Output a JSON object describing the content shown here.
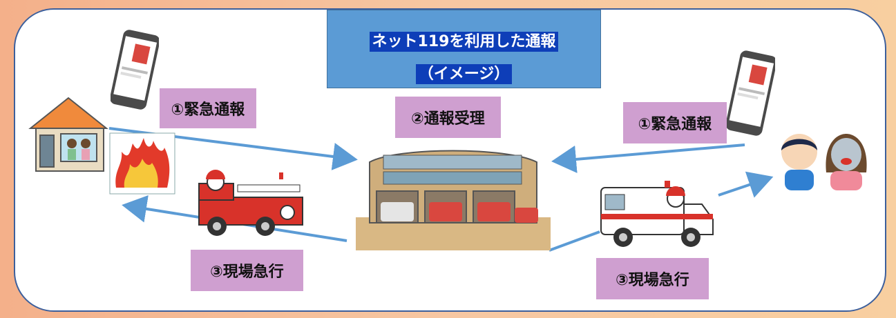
{
  "title": {
    "line1": "ネット119を利用した通報",
    "line2": "（イメージ）"
  },
  "labels": {
    "emergency_call_left": "①緊急通報",
    "reception": "②通報受理",
    "emergency_call_right": "①緊急通報",
    "dispatch_left": "③現場急行",
    "dispatch_right": "③現場急行"
  },
  "colors": {
    "arrow": "#5b9bd5",
    "label_bg": "#cf9fd0",
    "title_bg": "#5b9bd5",
    "title_text_bg": "#0e3eb8",
    "frame": "#3c5f9c"
  }
}
